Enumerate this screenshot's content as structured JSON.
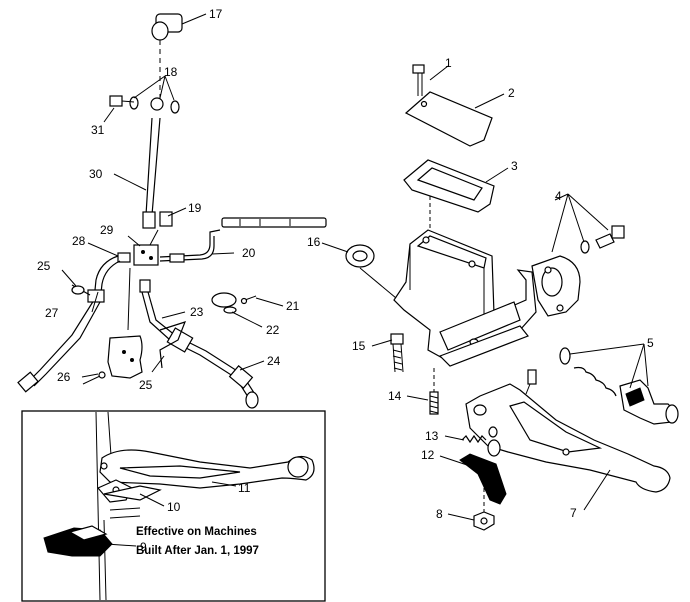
{
  "callouts": [
    "1",
    "2",
    "3",
    "4",
    "5",
    "7",
    "8",
    "9",
    "10",
    "11",
    "12",
    "13",
    "14",
    "15",
    "16",
    "17",
    "18",
    "19",
    "20",
    "21",
    "22",
    "23",
    "24",
    "25",
    "25",
    "26",
    "27",
    "28",
    "29",
    "30",
    "31"
  ],
  "inset_note": {
    "line1": "Effective on Machines",
    "line2": "Built After Jan. 1, 1997"
  }
}
